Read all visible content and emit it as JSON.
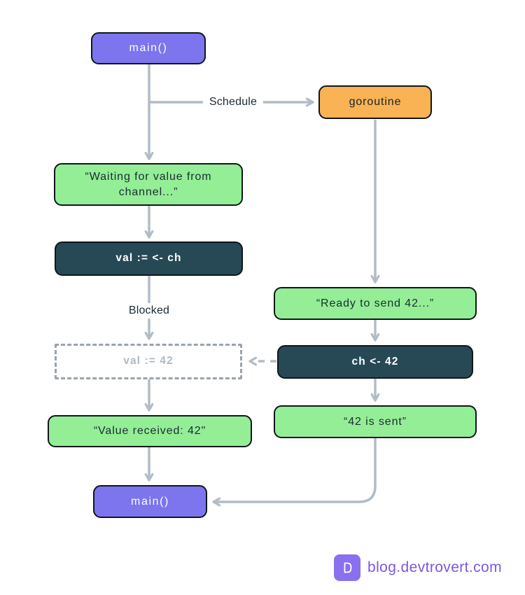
{
  "nodes": {
    "main_top": "main()",
    "goroutine": "goroutine",
    "waiting": "“Waiting for value from channel...”",
    "val_assign": "val := <- ch",
    "val_42": "val := 42",
    "ready": "“Ready to send 42...”",
    "ch_send": "ch <- 42",
    "sent": "“42 is sent”",
    "value_received": "“Value received: 42\"",
    "main_bottom": "main()"
  },
  "edge_labels": {
    "schedule": "Schedule",
    "blocked": "Blocked"
  },
  "footer": {
    "site": "blog.devtrovert.com"
  },
  "colors": {
    "main_box": "#7c75ee",
    "goroutine_box": "#f9b254",
    "print_box": "#93ee96",
    "code_box": "#274955",
    "ghost_box_border": "#99a3ad",
    "connector": "#b2bcc6",
    "footer_accent": "#7b57e3",
    "node_border": "#10161c"
  }
}
